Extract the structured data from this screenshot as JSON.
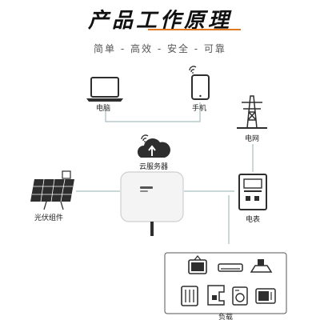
{
  "header": {
    "title": "产品工作原理",
    "subtitle": "简单 - 高效 - 安全 - 可靠"
  },
  "nodes": {
    "computer": "电脑",
    "phone": "手机",
    "cloud": "云服务器",
    "grid": "电网",
    "solar": "光伏组件",
    "meter": "电表",
    "loads": "负载"
  },
  "colors": {
    "accent": "#e07820",
    "line": "#a8bfbf",
    "icon": "#2e2e2e"
  }
}
